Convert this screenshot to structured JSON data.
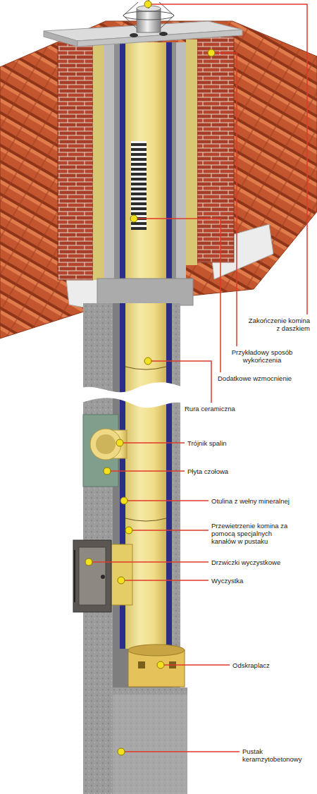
{
  "diagram": {
    "labels": [
      "Zakończenie komina z daszkiem",
      "Przykładowy sposób wykończenia",
      "Dodatkowe wzmocnienie",
      "Rura ceramiczna",
      "Trójnik spalin",
      "Płyta czołowa",
      "Otulina z wełny mineralnej",
      "Przewietrzenie komina za pomocą specjalnych kanałów w pustaku",
      "Drzwiczki wyczystkowe",
      "Wyczystka",
      "Odskraplacz",
      "Pustak keramzytobetonowy"
    ]
  }
}
